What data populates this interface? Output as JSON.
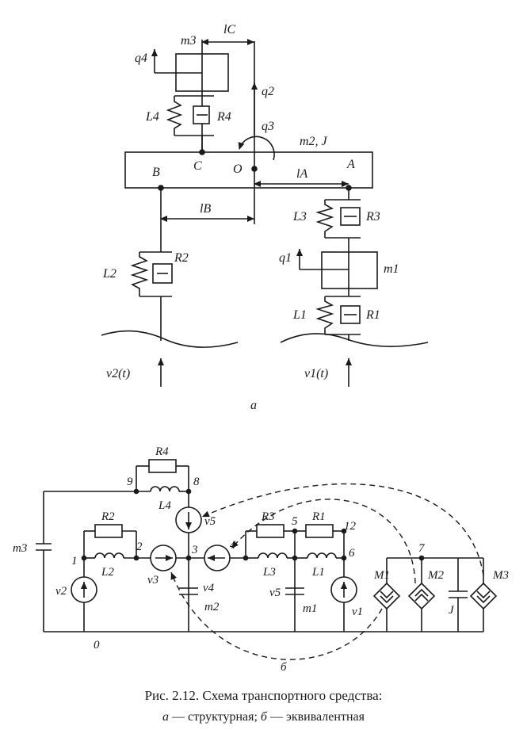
{
  "structural": {
    "labels": {
      "m3": "m3",
      "q4": "q4",
      "lC": "lC",
      "q2": "q2",
      "q3": "q3",
      "m2J": "m2, J",
      "L4": "L4",
      "R4": "R4",
      "B": "B",
      "C": "C",
      "O": "O",
      "A": "A",
      "lA": "lA",
      "lB": "lB",
      "L3": "L3",
      "R3": "R3",
      "q1": "q1",
      "m1": "m1",
      "L2": "L2",
      "R2": "R2",
      "L1": "L1",
      "R1": "R1",
      "v2t": "v2(t)",
      "v1t": "v1(t)"
    },
    "panel_letter": "а"
  },
  "equivalent": {
    "labels": {
      "R4": "R4",
      "L4": "L4",
      "R2": "R2",
      "L2": "L2",
      "R3": "R3",
      "L3": "L3",
      "R1": "R1",
      "L1": "L1",
      "m3": "m3",
      "m2": "m2",
      "m1": "m1",
      "J": "J",
      "v1": "v1",
      "v2": "v2",
      "v3": "v3",
      "v4": "v4",
      "v5a": "v5",
      "v5b": "v5",
      "M1": "M1",
      "M2": "M2",
      "M3": "M3"
    },
    "nodes": [
      "9",
      "8",
      "1",
      "2",
      "3",
      "4",
      "5",
      "12",
      "6",
      "7",
      "0"
    ],
    "panel_letter": "б"
  },
  "caption": {
    "line1": "Рис. 2.12. Схема транспортного средства:",
    "line2a": "а",
    "line2b": " — структурная; ",
    "line2c": "б",
    "line2d": " — эквивалентная"
  },
  "colors": {
    "ink": "#1a1a1a"
  }
}
